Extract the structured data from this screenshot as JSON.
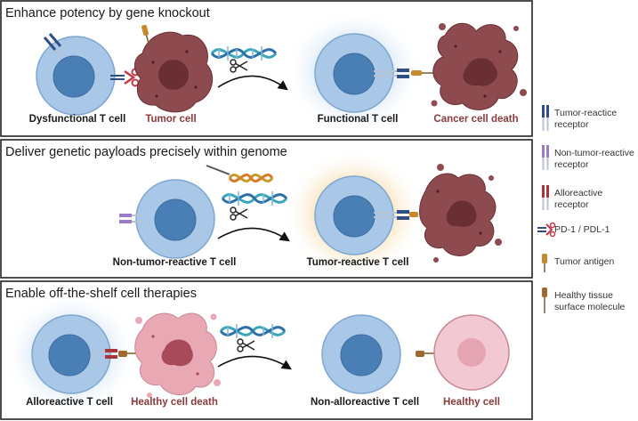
{
  "panels": [
    {
      "title": "Enhance potency by gene knockout",
      "captions": {
        "left_cell": "Dysfunctional T cell",
        "left_target": "Tumor cell",
        "right_cell": "Functional T cell",
        "right_target": "Cancer cell death"
      }
    },
    {
      "title": "Deliver genetic payloads precisely within genome",
      "captions": {
        "left_cell": "Non-tumor-reactive T cell",
        "right_cell": "Tumor-reactive T cell"
      }
    },
    {
      "title": "Enable off-the-shelf cell therapies",
      "captions": {
        "left_cell": "Alloreactive T cell",
        "left_target": "Healthy cell death",
        "right_cell": "Non-alloreactive T cell",
        "right_target": "Healthy cell"
      }
    }
  ],
  "legend": [
    {
      "label": "Tumor-reactice receptor",
      "icon": "tumor-reactive-receptor-icon",
      "color": "#2f4e86"
    },
    {
      "label": "Non-tumor-reactive receptor",
      "icon": "non-tumor-reactive-receptor-icon",
      "color": "#9b7cc4"
    },
    {
      "label": "Alloreactive receptor",
      "icon": "alloreactive-receptor-icon",
      "color": "#a8353a"
    },
    {
      "label": "PD-1 / PDL-1",
      "icon": "pd1-pdl1-icon",
      "color": "#c03a4a"
    },
    {
      "label": "Tumor antigen",
      "icon": "tumor-antigen-icon",
      "color": "#c8892e"
    },
    {
      "label": "Healthy tissue surface molecule",
      "icon": "healthy-surface-molecule-icon",
      "color": "#a0672e"
    }
  ],
  "colors": {
    "tcell": "#a9c8e8",
    "tcell_nucleus": "#4a7fb6",
    "tumor": "#8e4b4f",
    "tumor_dark": "#6a2f34",
    "healthy": "#e8a9b5",
    "healthy_cell": "#f2c8d2",
    "glow_blue": "#bcd6f0",
    "glow_orange": "#f0c46a"
  }
}
